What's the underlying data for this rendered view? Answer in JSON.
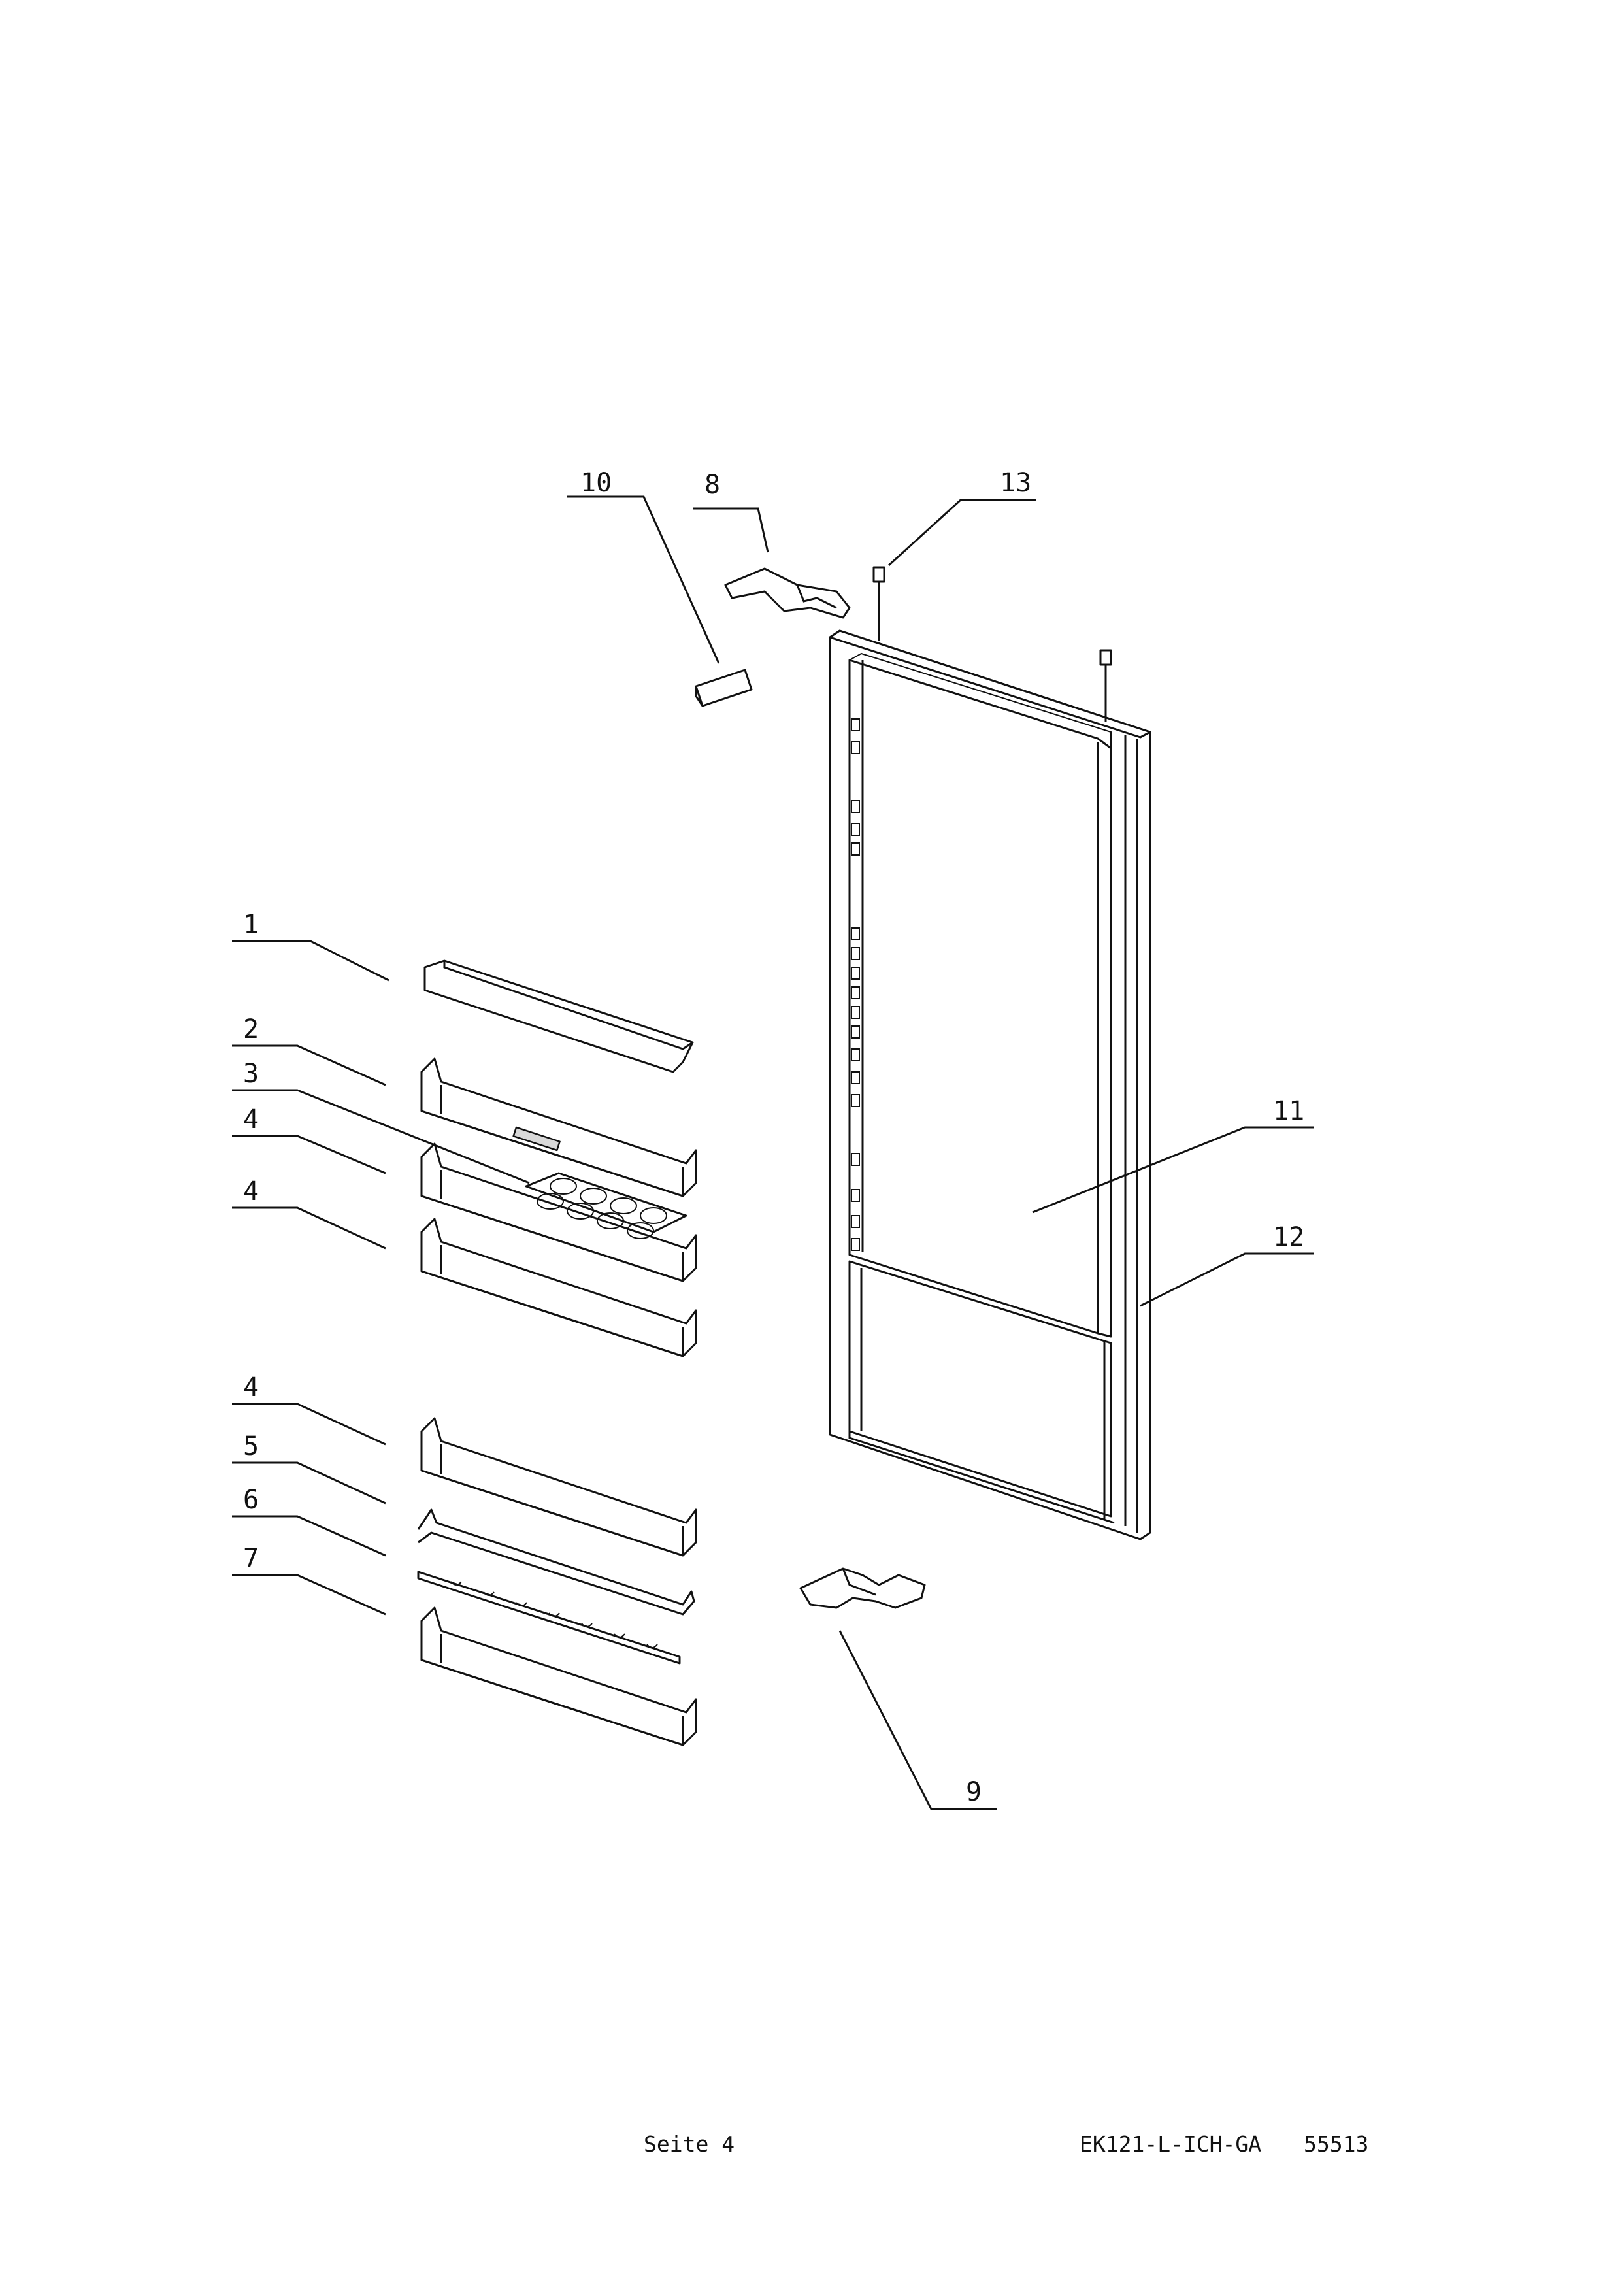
{
  "callouts": {
    "c1": "1",
    "c2": "2",
    "c3": "3",
    "c4a": "4",
    "c4b": "4",
    "c4c": "4",
    "c5": "5",
    "c6": "6",
    "c7": "7",
    "c8": "8",
    "c9": "9",
    "c10": "10",
    "c11": "11",
    "c12": "12",
    "c13": "13"
  },
  "footer": {
    "page": "Seite 4",
    "model": "EK121-L-ICH-GA",
    "code": "55513"
  }
}
